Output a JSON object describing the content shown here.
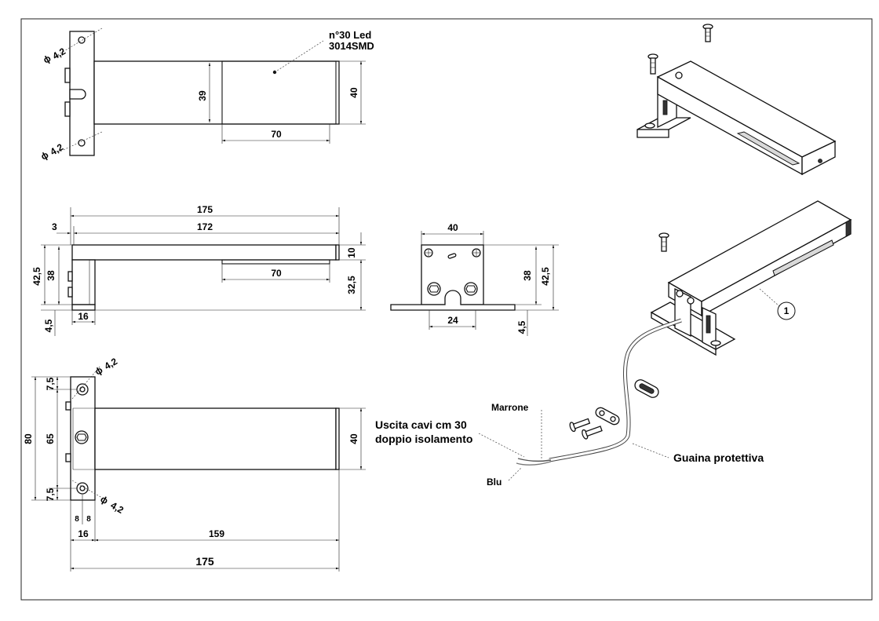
{
  "top_view": {
    "led_note_line1": "n°30 Led",
    "led_note_line2": "3014SMD",
    "hole_top": "4,2",
    "hole_bottom": "4,2",
    "dim_height_inner": "39",
    "dim_height_outer": "40",
    "dim_led_length": "70"
  },
  "side_view": {
    "dim_total_length": "175",
    "dim_offset": "3",
    "dim_arm_length": "172",
    "dim_total_height": "42,5",
    "dim_height": "38",
    "dim_base": "4,5",
    "dim_base_width": "16",
    "dim_led_length": "70",
    "dim_arm_thickness": "10",
    "dim_lower_height": "32,5"
  },
  "front_view": {
    "dim_width": "40",
    "dim_height": "38",
    "dim_total_height": "42,5",
    "dim_base": "4,5",
    "dim_slot": "24"
  },
  "bottom_view": {
    "hole_top": "4,2",
    "hole_bottom": "4,2",
    "dim_top_margin": "7,5",
    "dim_bottom_margin": "7,5",
    "dim_total": "80",
    "dim_middle": "65",
    "dim_arm_width": "40",
    "dim_half_a": "8",
    "dim_half_b": "8",
    "dim_base_width": "16",
    "dim_arm_length": "159",
    "dim_total_length": "175"
  },
  "callouts": {
    "cable_exit_line1": "Uscita cavi cm 30",
    "cable_exit_line2": "doppio isolamento",
    "wire_brown": "Marrone",
    "wire_blue": "Blu",
    "sheath": "Guaina protettiva",
    "part_number": "1"
  },
  "symbols": {
    "diameter": "ϕ"
  }
}
